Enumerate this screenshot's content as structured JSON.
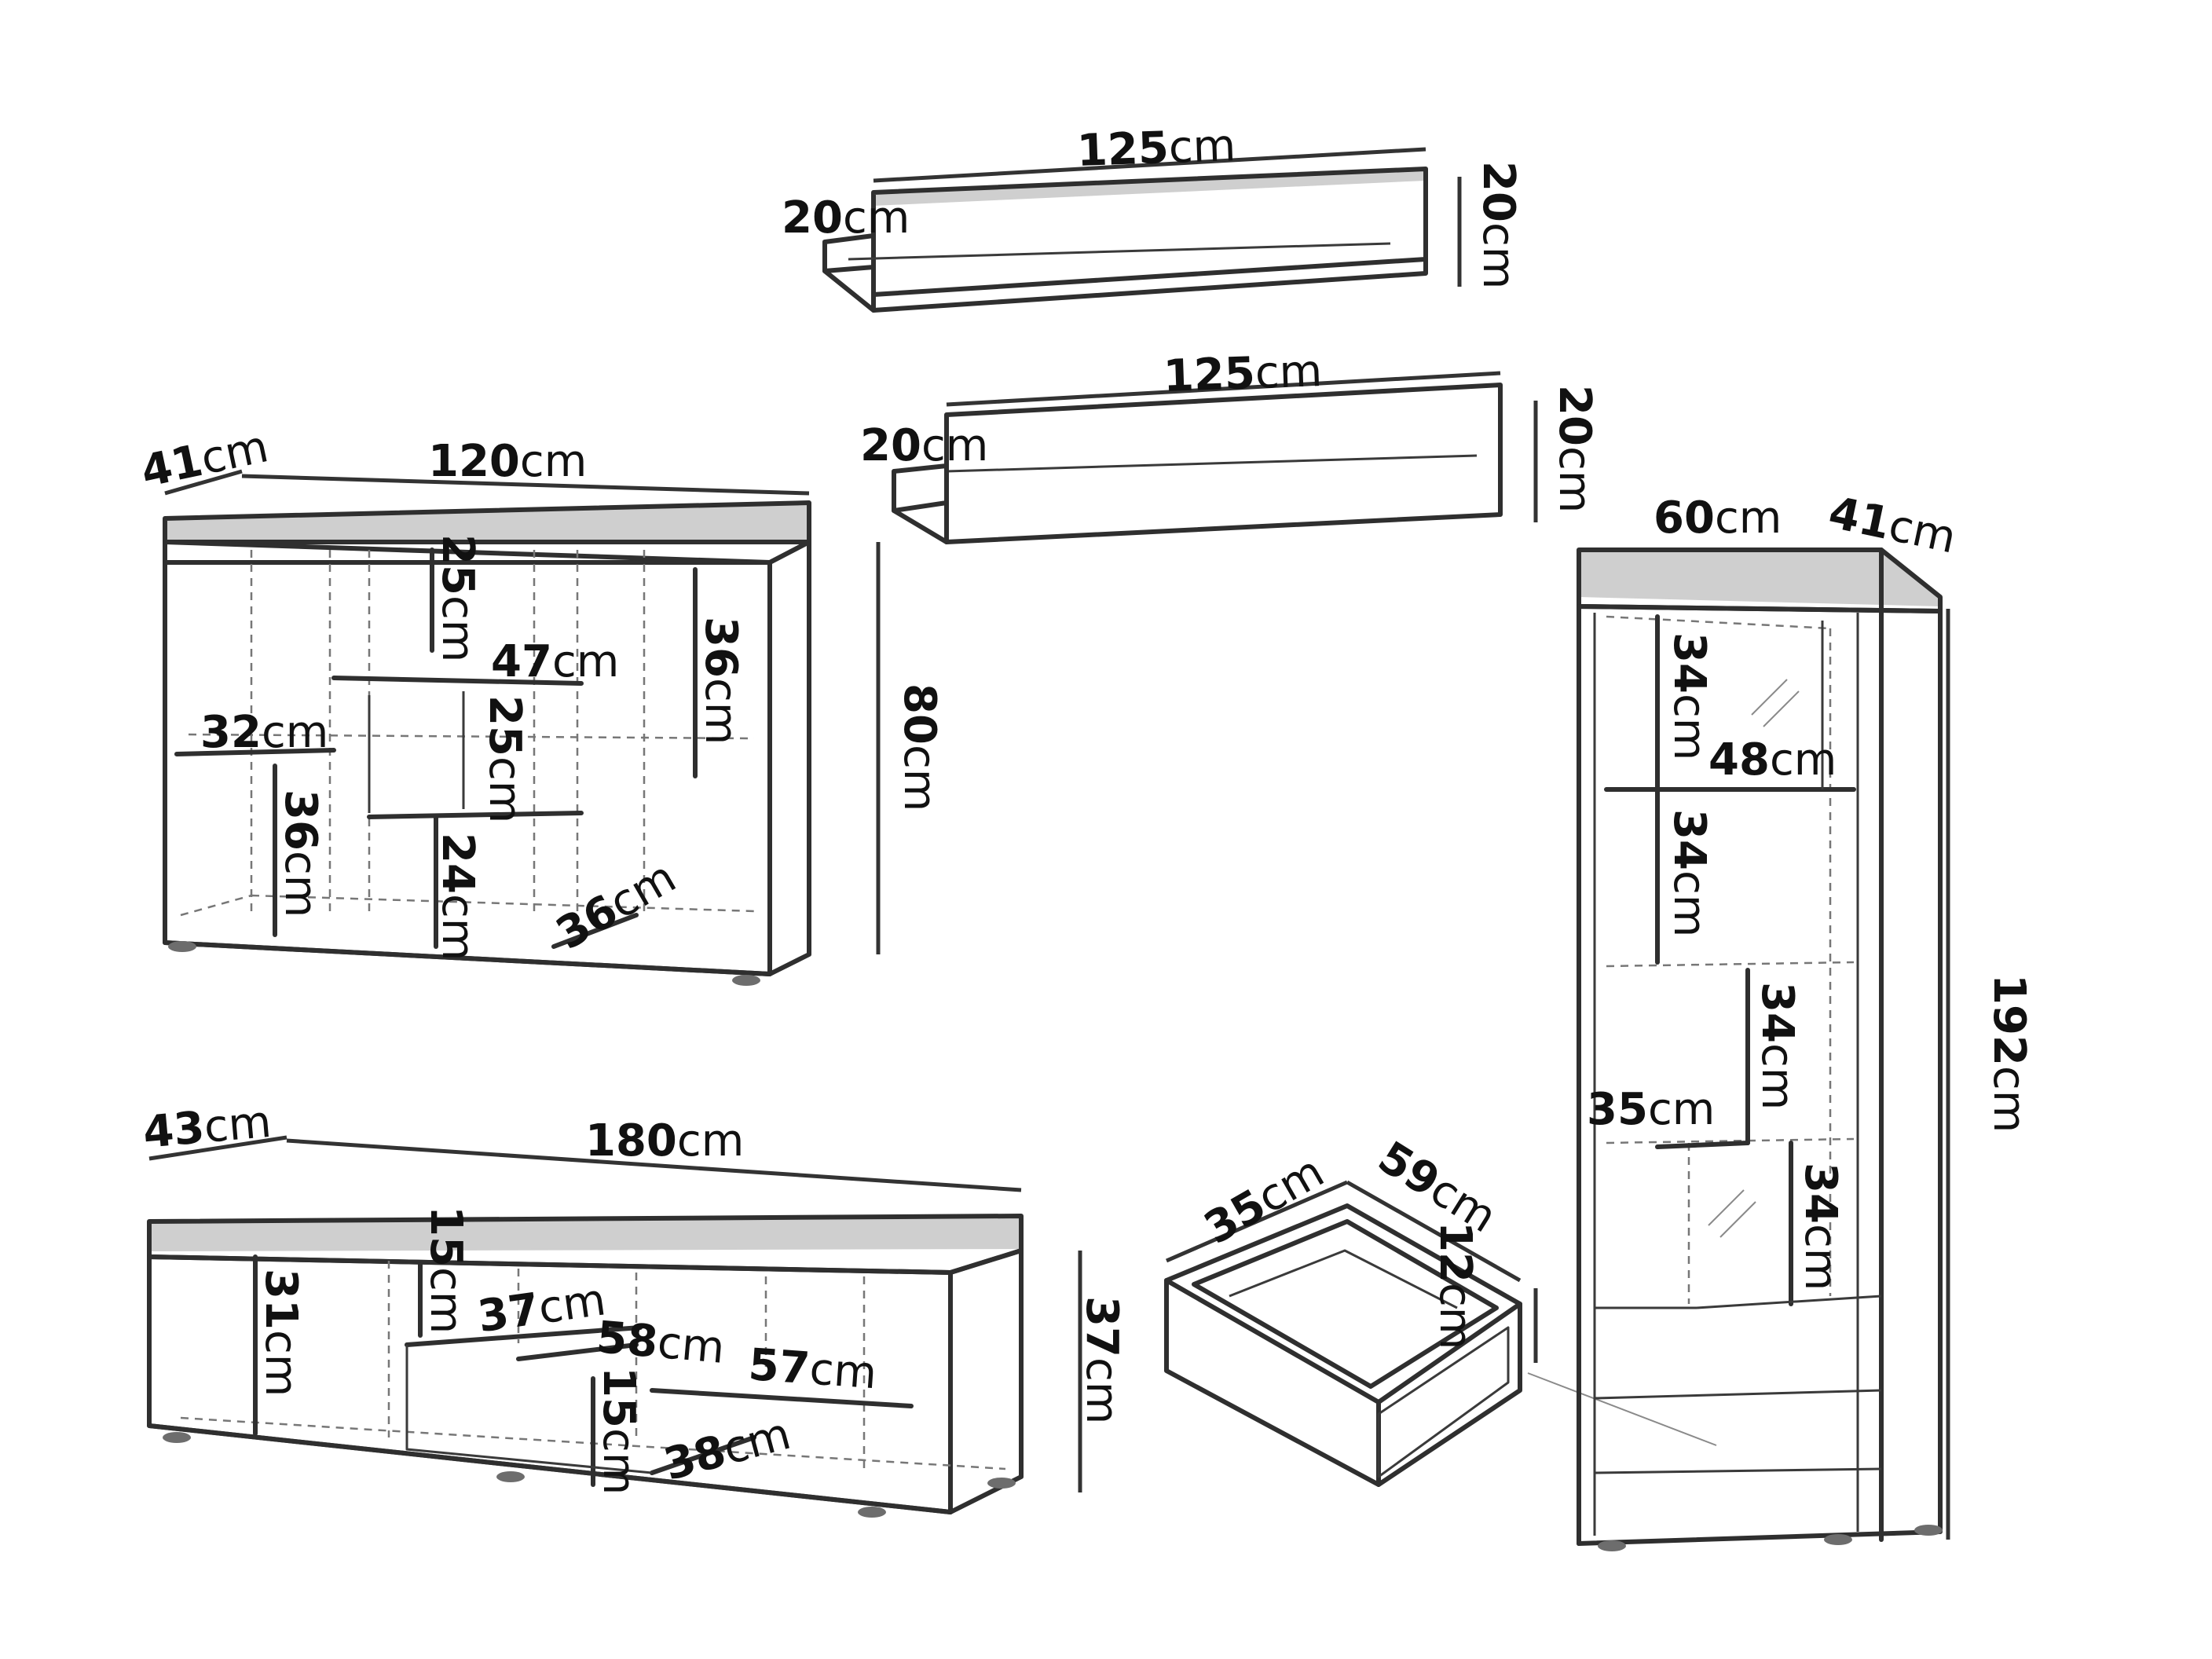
{
  "colors": {
    "outline": "#2f2f2f",
    "background": "#ffffff",
    "text": "#111111"
  },
  "shelf_1": {
    "length": "125",
    "depth": "20",
    "height": "20",
    "unit": "cm"
  },
  "shelf_2": {
    "length": "125",
    "depth": "20",
    "height": "20",
    "unit": "cm"
  },
  "sideboard": {
    "depth": "41",
    "width": "120",
    "height": "80",
    "unit": "cm",
    "inner": [
      "25",
      "47",
      "36",
      "32",
      "25",
      "36",
      "24",
      "36"
    ]
  },
  "tall_cabinet": {
    "width": "60",
    "depth": "41",
    "height": "192",
    "unit": "cm",
    "inner": [
      "34",
      "48",
      "34",
      "34",
      "35",
      "34"
    ]
  },
  "tv_unit": {
    "depth": "43",
    "width": "180",
    "height": "37",
    "unit": "cm",
    "inner": [
      "15",
      "31",
      "37",
      "58",
      "57",
      "15",
      "38"
    ]
  },
  "drawer": {
    "width": "35",
    "depth": "59",
    "height": "12",
    "unit": "cm"
  }
}
